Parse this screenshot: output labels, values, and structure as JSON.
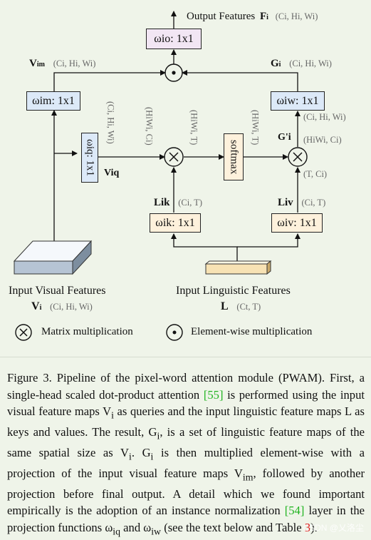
{
  "diagram": {
    "output_label": "Output Features",
    "output_symbol": "F",
    "output_sub": "i",
    "output_shape": "(Ci, Hi, Wi)",
    "w_io": "ωio: 1x1",
    "v_im_symbol": "V",
    "v_im_sub": "im",
    "v_im_shape": "(Ci, Hi, Wi)",
    "g_symbol": "G",
    "g_sub": "i",
    "g_shape": "(Ci, Hi, Wi)",
    "w_im": "ωim: 1x1",
    "w_iw": "ωiw: 1x1",
    "w_iq": "ωiq: 1x1",
    "v_iq_label": "Viq",
    "shape_ci_hi_wi_vertical": "(Ci, Hi, Wi)",
    "shape_hiwi_ci_vertical": "(HiWi, Ci)",
    "shape_hiwi_t_vertical_1": "(HiWi, T)",
    "shape_hiwi_t_vertical_2": "(HiWi, T)",
    "softmax_label": "softmax",
    "gi_prime_shape": "(Ci, Hi, Wi)",
    "gi_prime_label": "G'i",
    "gi_prime_flat_shape": "(HiWi, Ci)",
    "t_ci_shape": "(T, Ci)",
    "l_ik_label": "Lik",
    "l_ik_shape": "(Ci, T)",
    "l_iv_label": "Liv",
    "l_iv_shape": "(Ci, T)",
    "w_ik": "ωik: 1x1",
    "w_iv": "ωiv: 1x1",
    "input_visual_label": "Input Visual Features",
    "input_visual_symbol": "V",
    "input_visual_sub": "i",
    "input_visual_shape": "(Ci, Hi, Wi)",
    "input_ling_label": "Input Linguistic Features",
    "input_ling_symbol": "L",
    "input_ling_shape": "(Ct, T)",
    "legend_matmul": "Matrix multiplication",
    "legend_elementwise": "Element-wise multiplication"
  },
  "caption": {
    "p1": "Figure 3. Pipeline of the pixel-word attention module (PWAM). First, a single-head scaled dot-product attention ",
    "ref1": "[55]",
    "p2": " is performed using the input visual feature maps V",
    "p2_sub": "i",
    "p3": " as queries and the input linguistic feature maps L as keys and values. The result, G",
    "p3_sub": "i",
    "p4": ", is a set of linguistic feature maps of the same spatial size as V",
    "p4_sub": "i",
    "p5": ". G",
    "p5_sub": "i",
    "p6": " is then multiplied element-wise with a projection of the input visual feature maps V",
    "p6_sub": "im",
    "p7": ", followed by another projection before final output. A detail which we found important empirically is the adoption of an instance normalization ",
    "ref2": "[54]",
    "p8": " layer in the projection functions ω",
    "p8_sub": "iq",
    "p9": " and ω",
    "p9_sub": "iw",
    "p10": " (see the text below and Table ",
    "ref3": "3",
    "p11": ")."
  },
  "watermark": "CSDN @乂洛尘",
  "colors": {
    "background": "#eff4e9",
    "purple_box": "#f2e6f4",
    "blue_box": "#dce9f8",
    "orange_box": "#fdf1dc",
    "green_ref": "#1fb31f",
    "red_ref": "#dd1111"
  }
}
